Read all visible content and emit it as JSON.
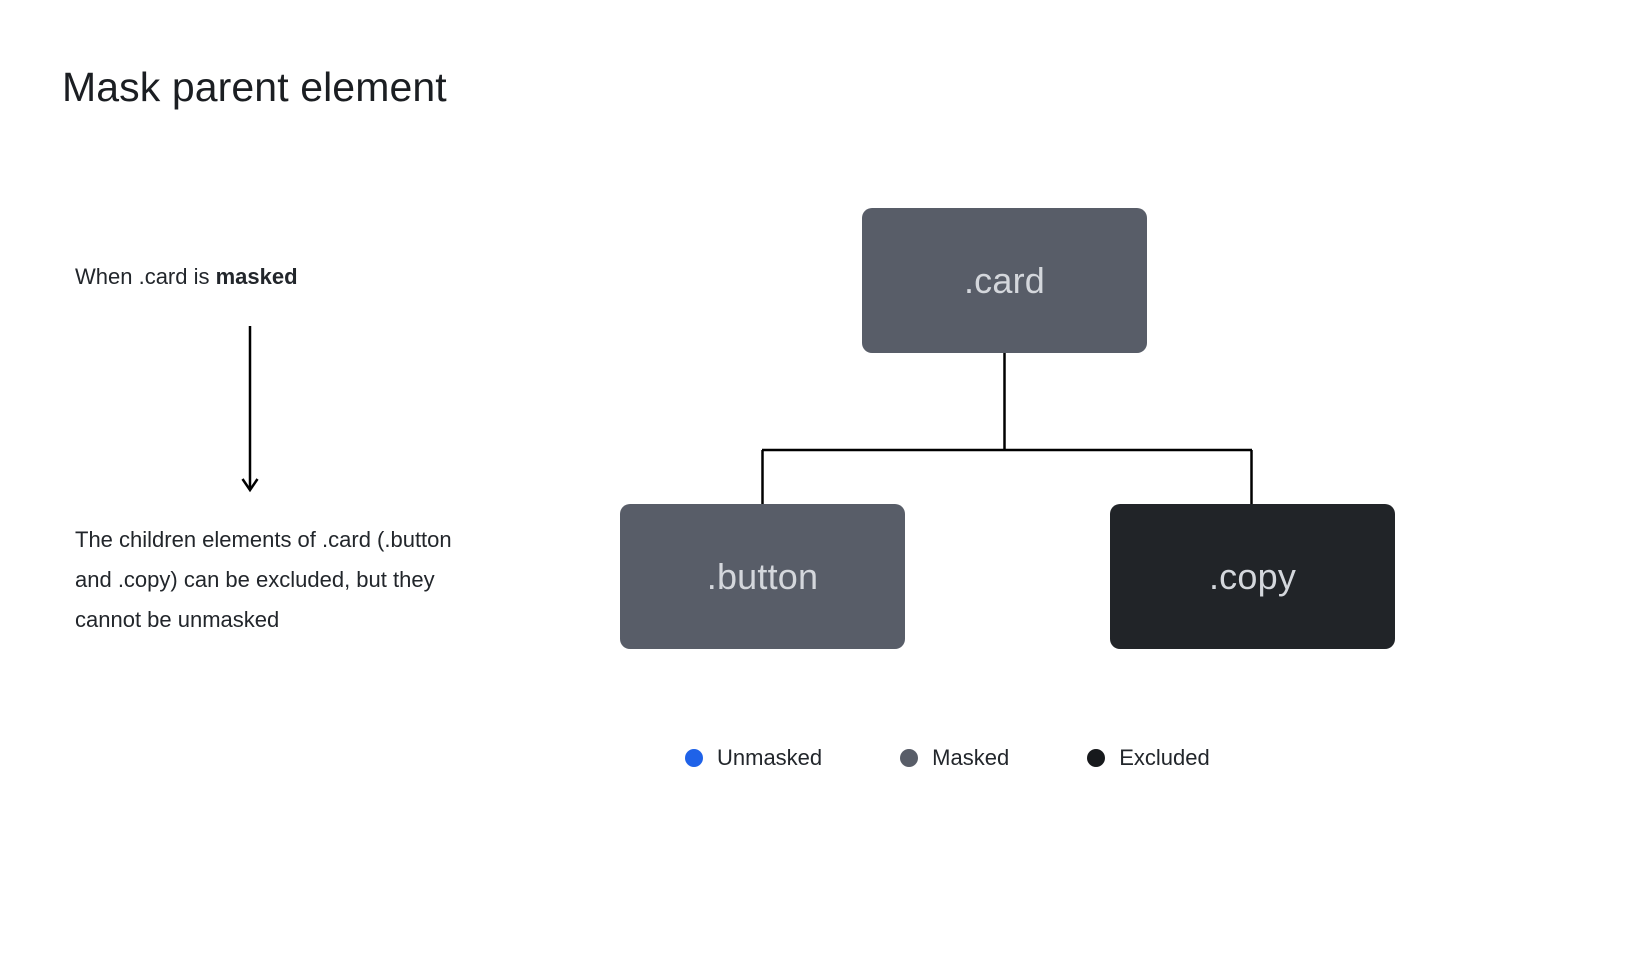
{
  "title": "Mask parent element",
  "annotations": {
    "top_prefix": "When .card is ",
    "top_emphasis": "masked",
    "bottom": "The children elements of .card (.button and .copy) can be excluded, but they cannot be unmasked"
  },
  "diagram": {
    "type": "tree",
    "nodes": [
      {
        "id": "card",
        "label": ".card",
        "state": "masked",
        "color": "#585d68"
      },
      {
        "id": "button",
        "label": ".button",
        "state": "masked",
        "color": "#585d68"
      },
      {
        "id": "copy",
        "label": ".copy",
        "state": "excluded",
        "color": "#212428"
      }
    ],
    "edges": [
      {
        "from": "card",
        "to": "button"
      },
      {
        "from": "card",
        "to": "copy"
      }
    ],
    "node_text_color": "#d4d7dc",
    "connector_color": "#000000"
  },
  "legend": {
    "items": [
      {
        "label": "Unmasked",
        "color": "#1f62e8"
      },
      {
        "label": "Masked",
        "color": "#585d68"
      },
      {
        "label": "Excluded",
        "color": "#17191c"
      }
    ]
  }
}
